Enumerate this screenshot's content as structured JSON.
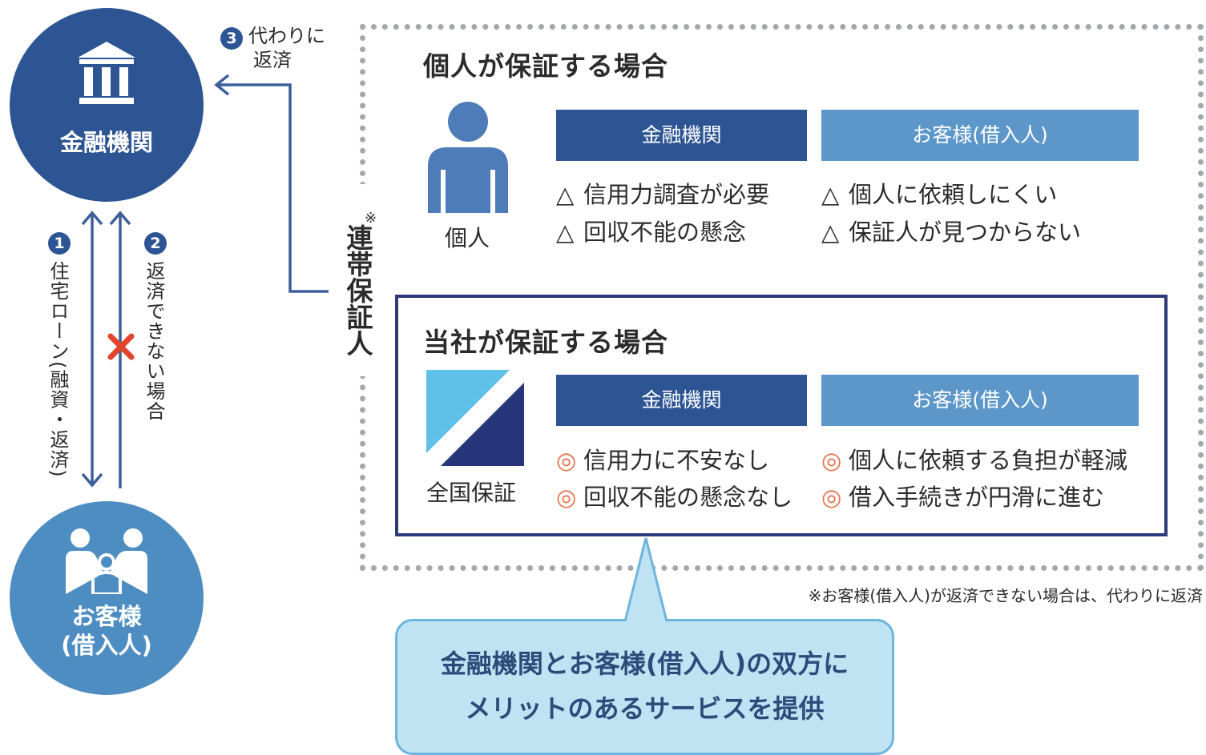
{
  "left": {
    "bank_label": "金融機関",
    "customer_label_1": "お客様",
    "customer_label_2": "(借入人)",
    "step1": {
      "num": "1",
      "text": "住宅ローン(融資・返済)"
    },
    "step2": {
      "num": "2",
      "text": "返済できない場合"
    },
    "step3": {
      "num": "3",
      "text_1": "代わりに",
      "text_2": "返済"
    },
    "joint_guarantor": "連帯保証人",
    "asterisk": "※"
  },
  "individual": {
    "title": "個人が保証する場合",
    "person_label": "個人",
    "col_bank": "金融機関",
    "col_customer": "お客様(借入人)",
    "bank_items": [
      "信用力調査が必要",
      "回収不能の懸念"
    ],
    "customer_items": [
      "個人に依頼しにくい",
      "保証人が見つからない"
    ],
    "mark": "△"
  },
  "company": {
    "title": "当社が保証する場合",
    "logo_label": "全国保証",
    "col_bank": "金融機関",
    "col_customer": "お客様(借入人)",
    "bank_items": [
      "信用力に不安なし",
      "回収不能の懸念なし"
    ],
    "customer_items": [
      "個人に依頼する負担が軽減",
      "借入手続きが円滑に進む"
    ],
    "mark": "◎"
  },
  "footnote": "※お客様(借入人)が返済できない場合は、代わりに返済",
  "bubble": {
    "line1": "金融機関とお客様(借入人)の双方に",
    "line2": "メリットのあるサービスを提供"
  },
  "colors": {
    "navy": "#2d5594",
    "light_blue": "#5d97c9",
    "customer_circle": "#4e8dc1",
    "orange_mark": "#e8704a",
    "bubble_fill": "#bfe3f2",
    "logo_dark": "#27357a",
    "logo_light": "#5fc1e8",
    "cross_red": "#e2452c"
  }
}
